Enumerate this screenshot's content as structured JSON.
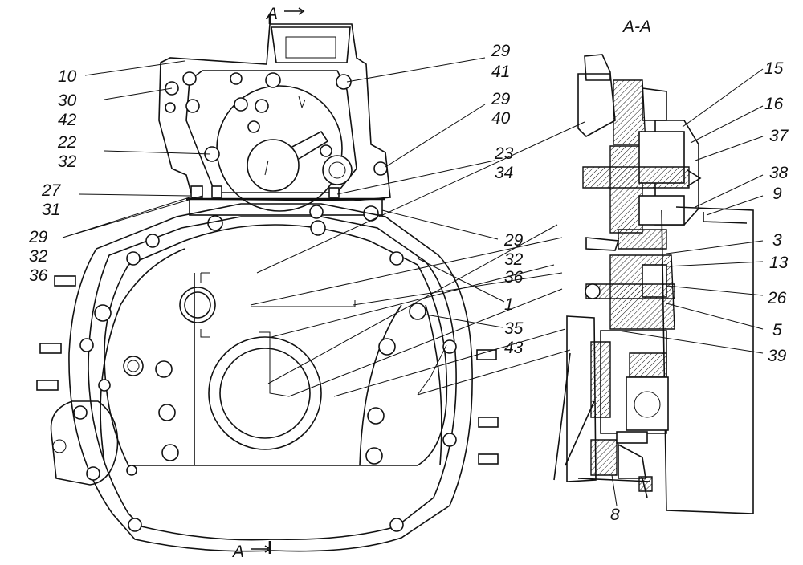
{
  "section_title": "А-А",
  "section_marks": {
    "top": "А",
    "bottom": "А"
  },
  "callouts": {
    "c10": "10",
    "c30": "30",
    "c42": "42",
    "c22": "22",
    "c32a": "32",
    "c27": "27",
    "c31": "31",
    "c29a": "29",
    "c32b": "32",
    "c36a": "36",
    "c29b": "29",
    "c41": "41",
    "c29c": "29",
    "c40": "40",
    "c23": "23",
    "c34": "34",
    "c29d": "29",
    "c32c": "32",
    "c36b": "36",
    "c1": "1",
    "c35": "35",
    "c43": "43",
    "c15": "15",
    "c16": "16",
    "c37": "37",
    "c38": "38",
    "c9": "9",
    "c3": "3",
    "c13": "13",
    "c26": "26",
    "c5": "5",
    "c39": "39",
    "c8": "8"
  }
}
